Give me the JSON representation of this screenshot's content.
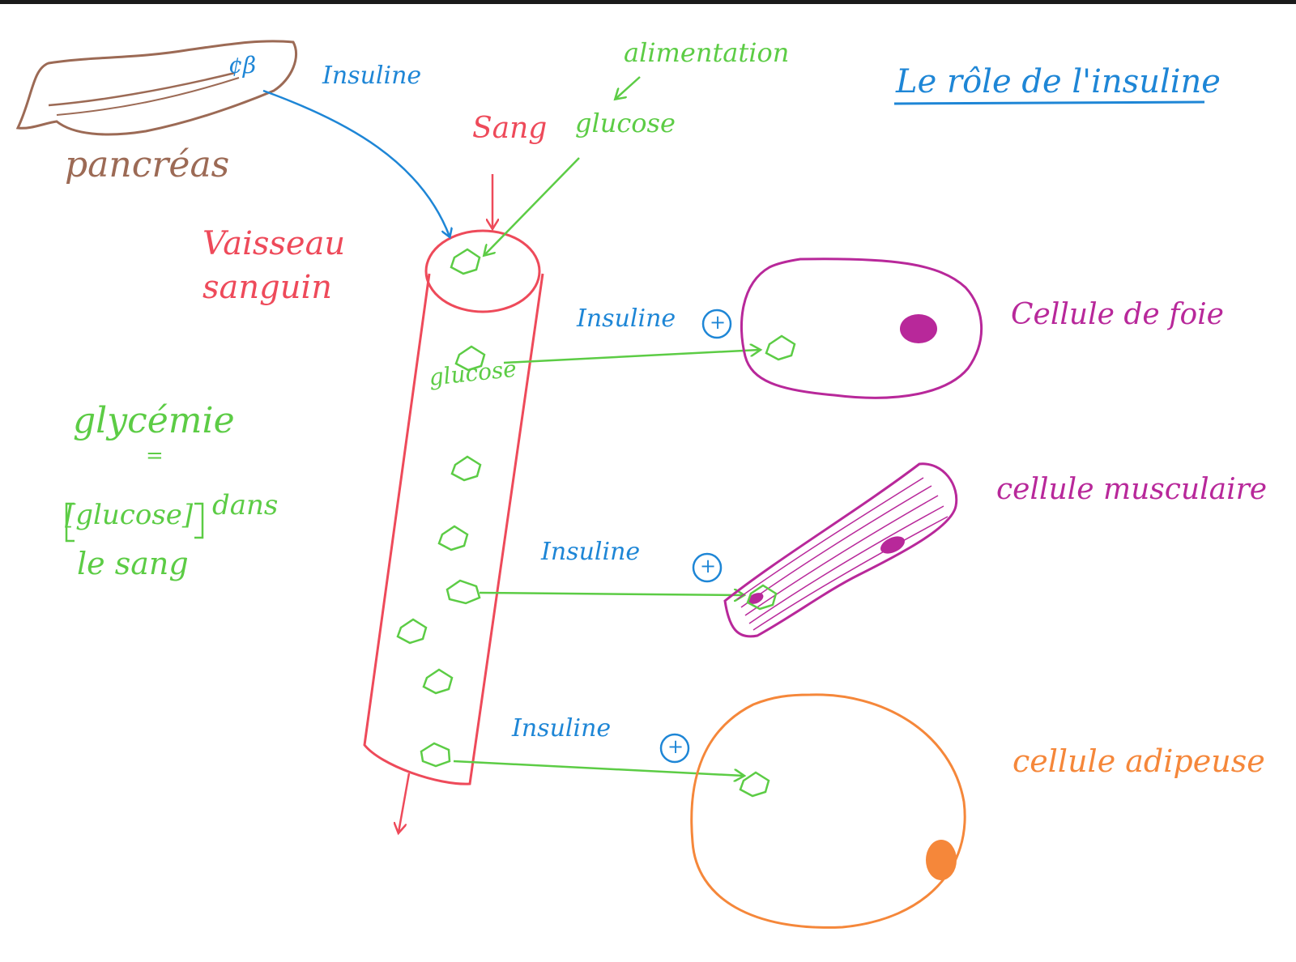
{
  "title": "Le rôle de l'insuline",
  "colors": {
    "brown": "#9c6a55",
    "blue": "#1e86d6",
    "green": "#5ccc45",
    "red": "#ee4a5a",
    "magenta": "#b8289a",
    "orange": "#f5873a"
  },
  "pancreas": {
    "label": "pancréas",
    "cell_label": "¢β"
  },
  "insulin_top": "Insuline",
  "food": {
    "label": "alimentation",
    "glucose": "glucose"
  },
  "blood": {
    "label": "Sang"
  },
  "vessel": {
    "label_line1": "Vaisseau",
    "label_line2": "sanguin",
    "glucose_label": "glucose"
  },
  "glycemia": {
    "line1": "glycémie",
    "equals": "=",
    "line2_bracket": "[glucose]",
    "line2_rest": "dans",
    "line3": "le sang"
  },
  "targets": [
    {
      "insulin_label": "Insuline",
      "plus": "+",
      "cell_label": "Cellule de foie"
    },
    {
      "insulin_label": "Insuline",
      "plus": "+",
      "cell_label": "cellule musculaire"
    },
    {
      "insulin_label": "Insuline",
      "plus": "+",
      "cell_label": "cellule adipeuse"
    }
  ]
}
